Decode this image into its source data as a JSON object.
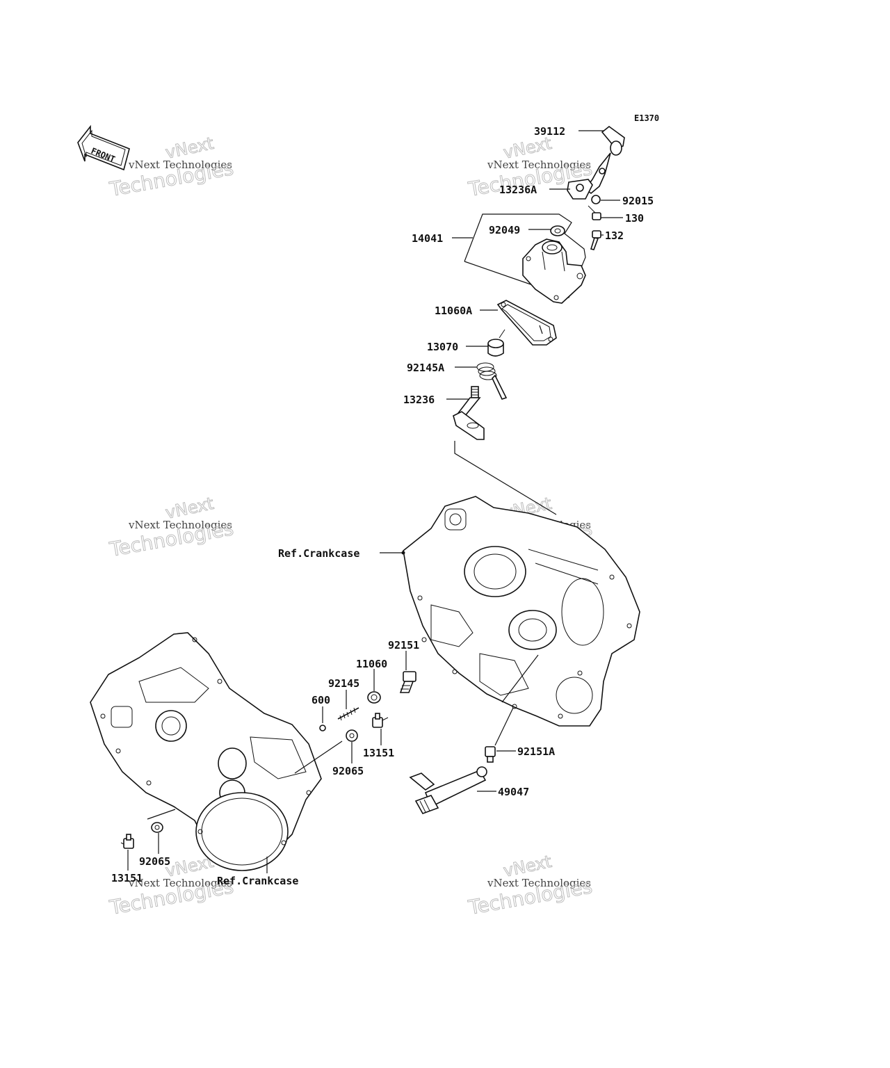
{
  "diagram_code": "E1370",
  "front_marker": "FRONT",
  "watermark": {
    "line1": "vNext",
    "line2": "vNext Technologies",
    "line3": "Technologies"
  },
  "parts": {
    "p39112": "39112",
    "p13236A": "13236A",
    "p92015": "92015",
    "p130": "130",
    "p132": "132",
    "p14041": "14041",
    "p92049": "92049",
    "p11060A": "11060A",
    "p13070": "13070",
    "p92145A": "92145A",
    "p13236": "13236",
    "refCrankcase1": "Ref.Crankcase",
    "p92151": "92151",
    "p11060": "11060",
    "p92145": "92145",
    "p600": "600",
    "p13151a": "13151",
    "p92065a": "92065",
    "p92151A": "92151A",
    "p49047": "49047",
    "p92065b": "92065",
    "p13151b": "13151",
    "refCrankcase2": "Ref.Crankcase"
  }
}
